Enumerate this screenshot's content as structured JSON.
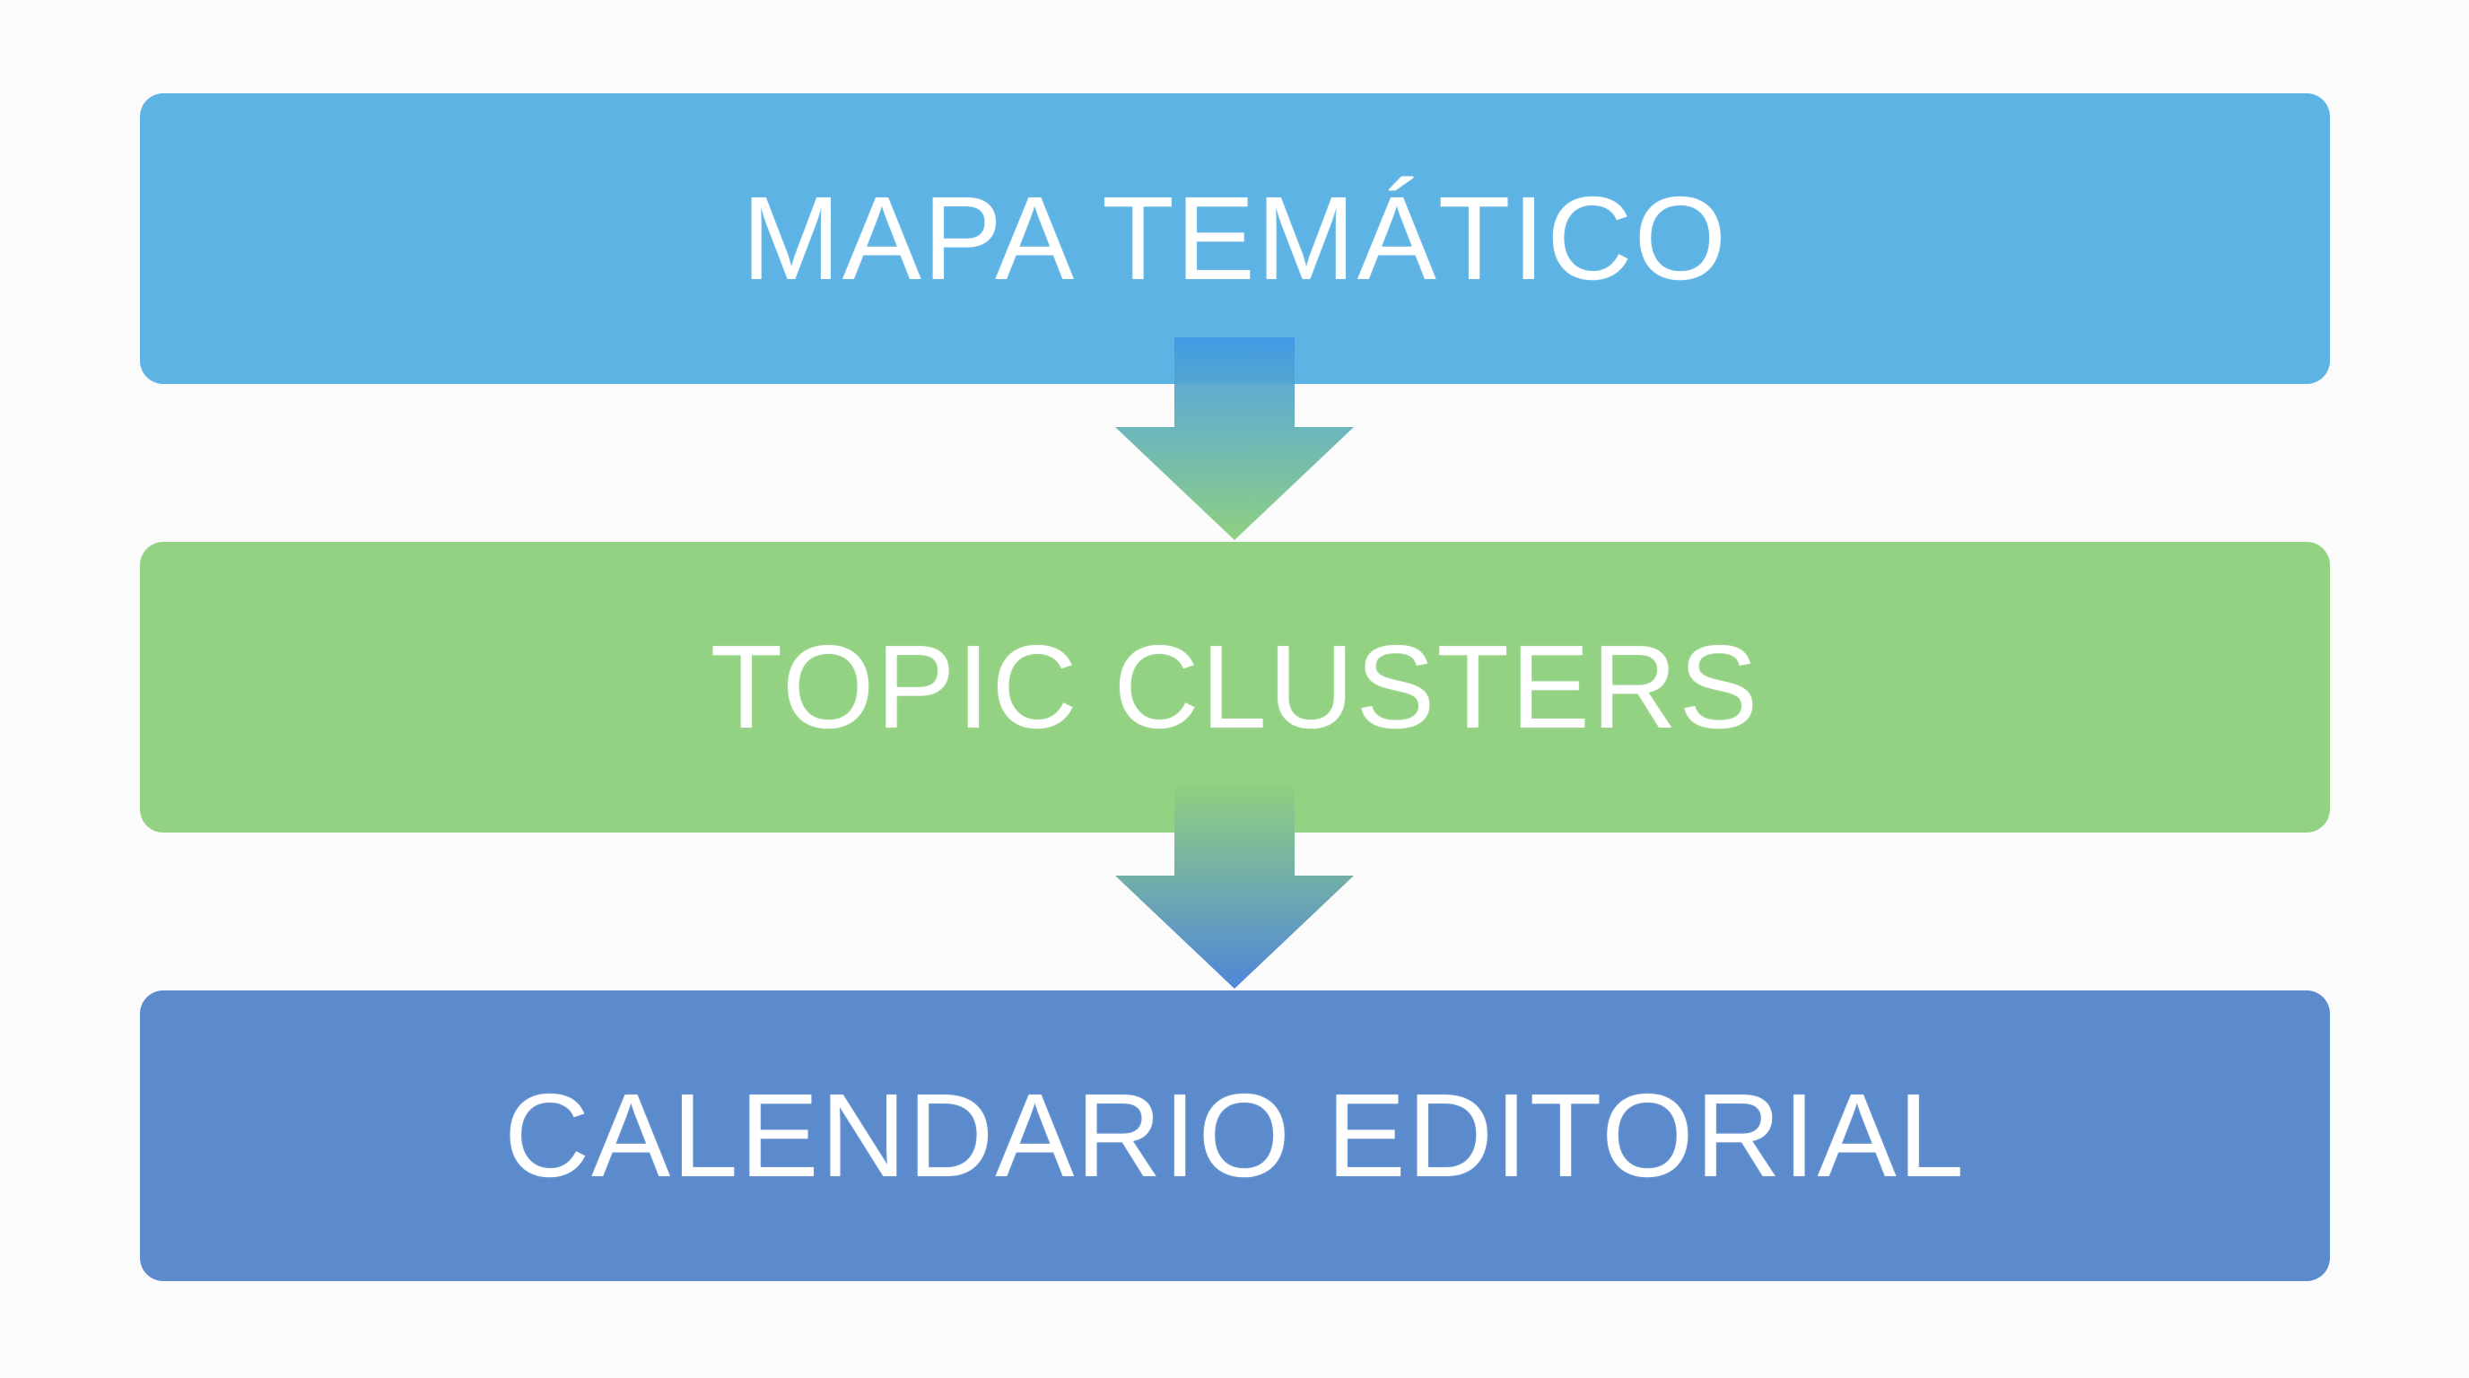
{
  "diagram": {
    "steps": [
      {
        "label": "MAPA TEMÁTICO",
        "color": "#5db3e4"
      },
      {
        "label": "TOPIC CLUSTERS",
        "color": "#93d283"
      },
      {
        "label": "CALENDARIO EDITORIAL",
        "color": "#5b8bcd"
      }
    ],
    "arrows": [
      {
        "from_color": "#3f98e6",
        "to_color": "#8fd081"
      },
      {
        "from_color": "#8fd081",
        "to_color": "#4f86d8"
      }
    ]
  }
}
